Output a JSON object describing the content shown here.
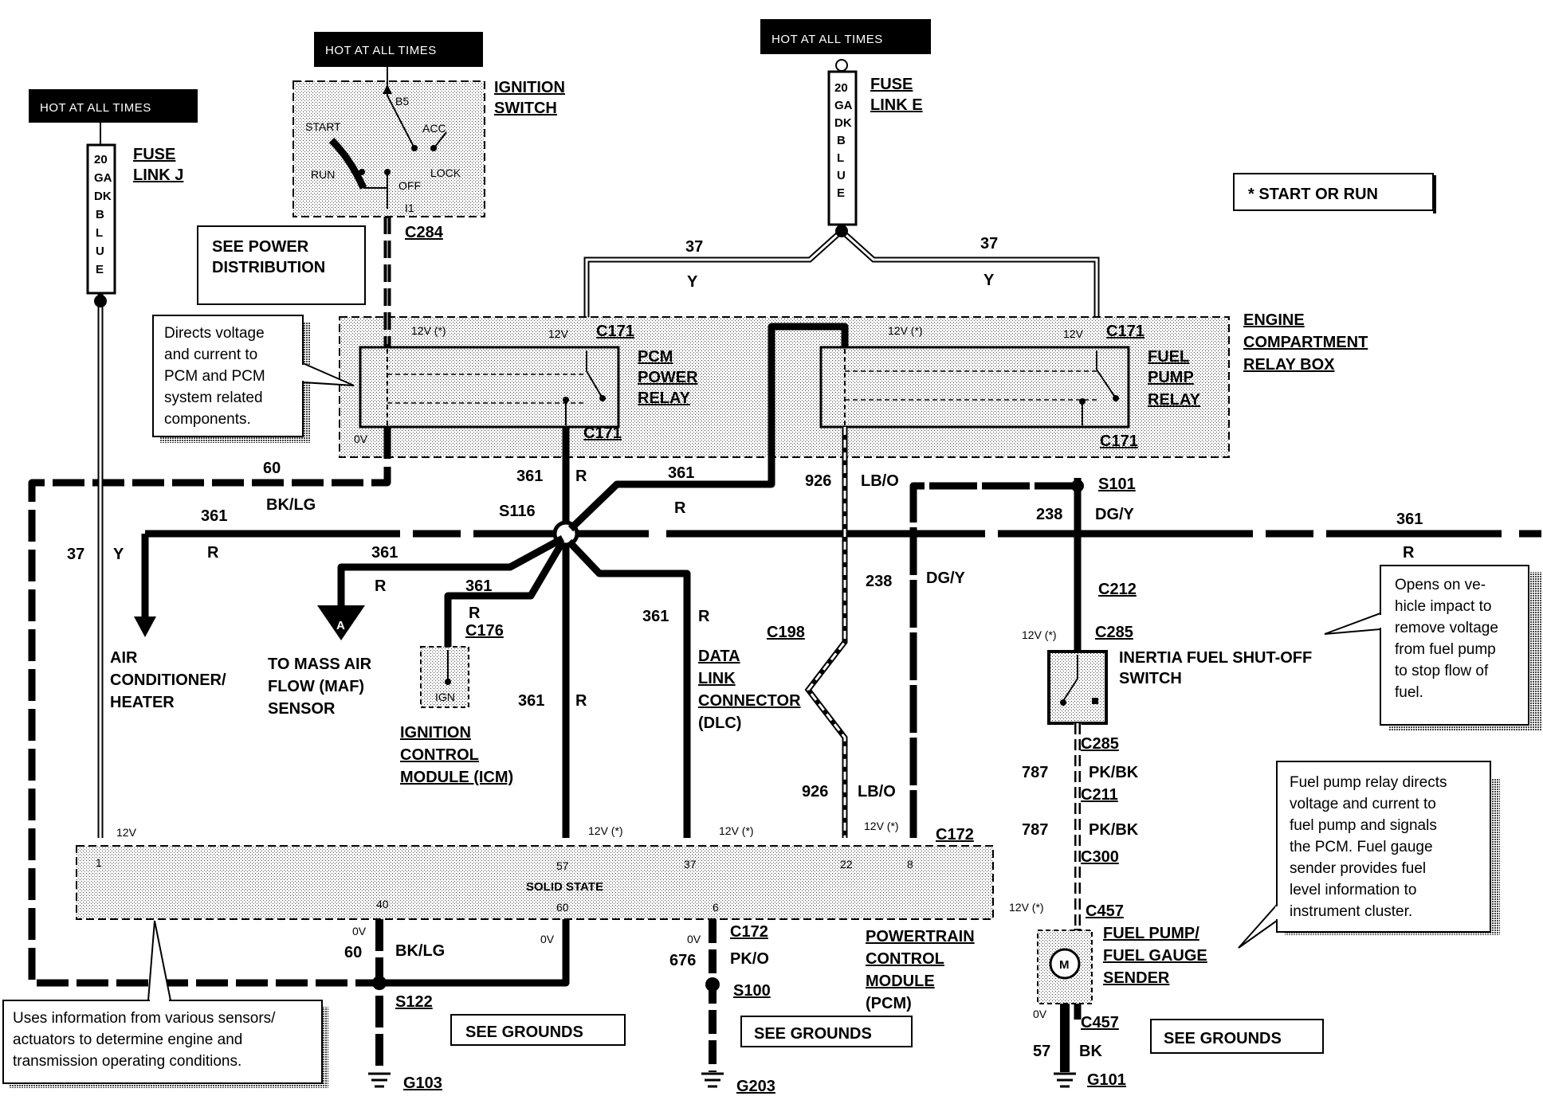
{
  "hot_label": "HOT AT ALL TIMES",
  "fuse_j": {
    "gauge": [
      "20",
      "GA",
      "DK",
      "B",
      "L",
      "U",
      "E"
    ],
    "name": [
      "FUSE",
      "LINK J"
    ]
  },
  "fuse_e": {
    "gauge": [
      "20",
      "GA",
      "DK",
      "B",
      "L",
      "U",
      "E"
    ],
    "name": [
      "FUSE",
      "LINK E"
    ]
  },
  "ignition_switch": {
    "name": [
      "IGNITION",
      "SWITCH"
    ],
    "positions": [
      "B5",
      "START",
      "ACC",
      "RUN",
      "LOCK",
      "OFF",
      "I1"
    ],
    "connector": "C284"
  },
  "start_or_run": "* START OR RUN",
  "see_power": [
    "SEE POWER",
    "DISTRIBUTION"
  ],
  "callout_pcm_relay": [
    "Directs voltage",
    "and current to",
    "PCM and PCM",
    "system related",
    "components."
  ],
  "relay_box": {
    "name": [
      "ENGINE",
      "COMPARTMENT",
      "RELAY BOX"
    ]
  },
  "pcm_relay": {
    "name": [
      "PCM",
      "POWER",
      "RELAY"
    ],
    "conn": "C171",
    "v12": "12V (*)",
    "v12b": "12V",
    "v0": "0V"
  },
  "fuel_relay": {
    "name": [
      "FUEL",
      "PUMP",
      "RELAY"
    ],
    "conn": "C171",
    "v12": "12V (*)",
    "v12b": "12V"
  },
  "wire_labels": {
    "w37": "37",
    "Y": "Y",
    "w60": "60",
    "BKLG": "BK/LG",
    "w361": "361",
    "R": "R",
    "S116": "S116",
    "w926": "926",
    "LBO": "LB/O",
    "S101": "S101",
    "w238": "238",
    "DGY": "DG/Y",
    "C212": "C212",
    "C285": "C285",
    "C198": "C198",
    "C176": "C176",
    "w787": "787",
    "PKBK": "PK/BK",
    "C211": "C211",
    "C300": "C300",
    "C457": "C457",
    "w57": "57",
    "BK": "BK",
    "w676": "676",
    "PKO": "PK/O",
    "C172": "C172",
    "S100": "S100",
    "S122": "S122",
    "G103": "G103",
    "G203": "G203",
    "G101": "G101",
    "A": "A",
    "v12": "12V",
    "v12s": "12V (*)",
    "v0": "0V",
    "IGN": "IGN"
  },
  "destinations": {
    "ac": [
      "AIR",
      "CONDITIONER/",
      "HEATER"
    ],
    "maf": [
      "TO MASS AIR",
      "FLOW (MAF)",
      "SENSOR"
    ],
    "icm": [
      "IGNITION",
      "CONTROL",
      "MODULE (ICM)"
    ],
    "dlc": [
      "DATA",
      "LINK",
      "CONNECTOR",
      "(DLC)"
    ]
  },
  "inertia": {
    "name": [
      "INERTIA FUEL SHUT-OFF",
      "SWITCH"
    ]
  },
  "callout_inertia": [
    "Opens on ve-",
    "hicle impact to",
    "remove voltage",
    "from fuel pump",
    "to stop flow of",
    "fuel."
  ],
  "callout_fuel_relay": [
    "Fuel pump relay directs",
    "voltage and current to",
    "fuel pump and signals",
    "the PCM. Fuel gauge",
    "sender provides fuel",
    "level information to",
    "instrument cluster."
  ],
  "pcm": {
    "solid": "SOLID STATE",
    "name": [
      "POWERTRAIN",
      "CONTROL",
      "MODULE",
      "(PCM)"
    ],
    "pins": [
      "1",
      "57",
      "37",
      "22",
      "8",
      "40",
      "60",
      "6"
    ]
  },
  "pump": {
    "name": [
      "FUEL PUMP/",
      "FUEL GAUGE",
      "SENDER"
    ],
    "M": "M"
  },
  "callout_pcm": [
    "Uses information from various sensors/",
    "actuators to determine engine and",
    "transmission operating conditions."
  ],
  "see_grounds": "SEE GROUNDS"
}
